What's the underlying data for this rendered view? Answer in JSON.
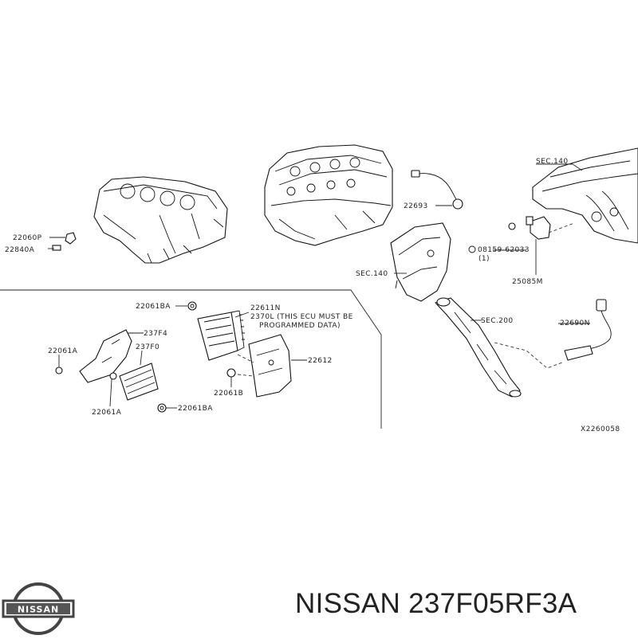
{
  "labels": {
    "sec140_top": "SEC.140",
    "p22693": "22693",
    "p22060P": "22060P",
    "p22840A": "22840A",
    "p08159": "08159-62033",
    "p08159_qty": "(1)",
    "sec140_mid": "SEC.140",
    "p25085M": "25085M",
    "p22061BA_top": "22061BA",
    "p22611N": "22611N",
    "p23701_line1": "2370L (THIS ECU MUST BE",
    "p23701_line2": "PROGRAMMED DATA)",
    "p237F4": "237F4",
    "p237F0": "237F0",
    "p22061A_top": "22061A",
    "p22612": "22612",
    "p22061B": "22061B",
    "p22061BA_bot": "22061BA",
    "p22061A_bot": "22061A",
    "sec200": "SEC.200",
    "p22690N": "22690N",
    "diagram_code": "X2260058"
  },
  "footer": {
    "brand": "NISSAN",
    "title": "NISSAN 237F05RF3A"
  }
}
